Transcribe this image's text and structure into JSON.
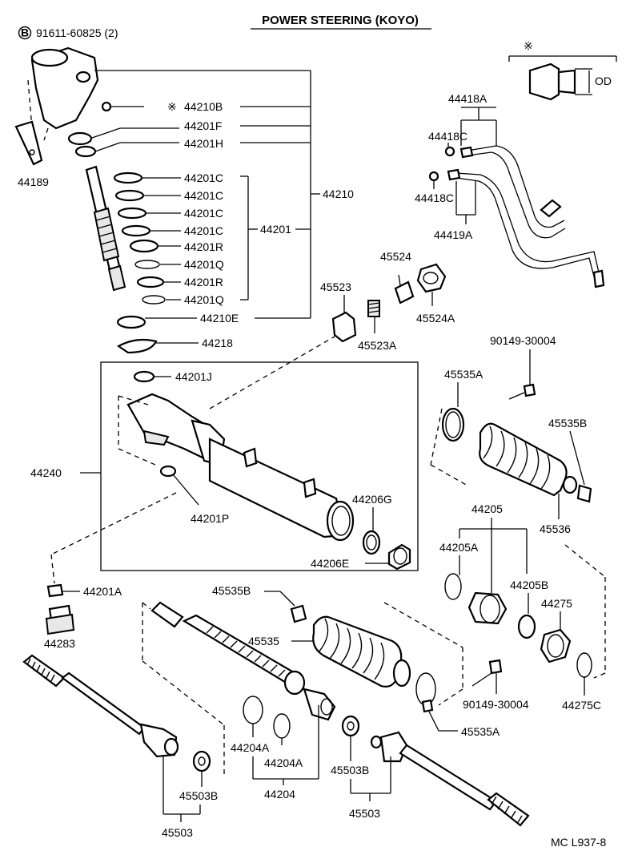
{
  "title": "POWER STEERING (KOYO)",
  "footer_code": "MC L937-8",
  "bolt_ref": {
    "symbol": "B",
    "label": "91611-60825 (2)"
  },
  "note_symbol": "※",
  "od_label": "OD",
  "labels": {
    "p44210B": "44210B",
    "p44210B_mark": "※",
    "p44201F": "44201F",
    "p44201H": "44201H",
    "p44189": "44189",
    "c1": "44201C",
    "c2": "44201C",
    "c3": "44201C",
    "c4": "44201C",
    "r1": "44201R",
    "q1": "44201Q",
    "r2": "44201R",
    "q2": "44201Q",
    "p44201": "44201",
    "p44210": "44210",
    "p44210E": "44210E",
    "p44218": "44218",
    "p44418A": "44418A",
    "p44418C_1": "44418C",
    "p44418C_2": "44418C",
    "p44419A": "44419A",
    "p45524": "45524",
    "p45524A": "45524A",
    "p45523": "45523",
    "p45523A": "45523A",
    "p90149_1": "90149-30004",
    "p45535A_1": "45535A",
    "p45535B_1": "45535B",
    "p45536": "45536",
    "p44201J": "44201J",
    "p44240": "44240",
    "p44201P": "44201P",
    "p44206G": "44206G",
    "p44206E": "44206E",
    "p44205": "44205",
    "p44205A": "44205A",
    "p44205B": "44205B",
    "p44275": "44275",
    "p44275C": "44275C",
    "p44201A": "44201A",
    "p44283": "44283",
    "p45535B_2": "45535B",
    "p45535": "45535",
    "p90149_2": "90149-30004",
    "p45535A_2": "45535A",
    "p44204A_1": "44204A",
    "p44204A_2": "44204A",
    "p44204": "44204",
    "p45503B_1": "45503B",
    "p45503B_2": "45503B",
    "p45503_1": "45503",
    "p45503_2": "45503"
  }
}
